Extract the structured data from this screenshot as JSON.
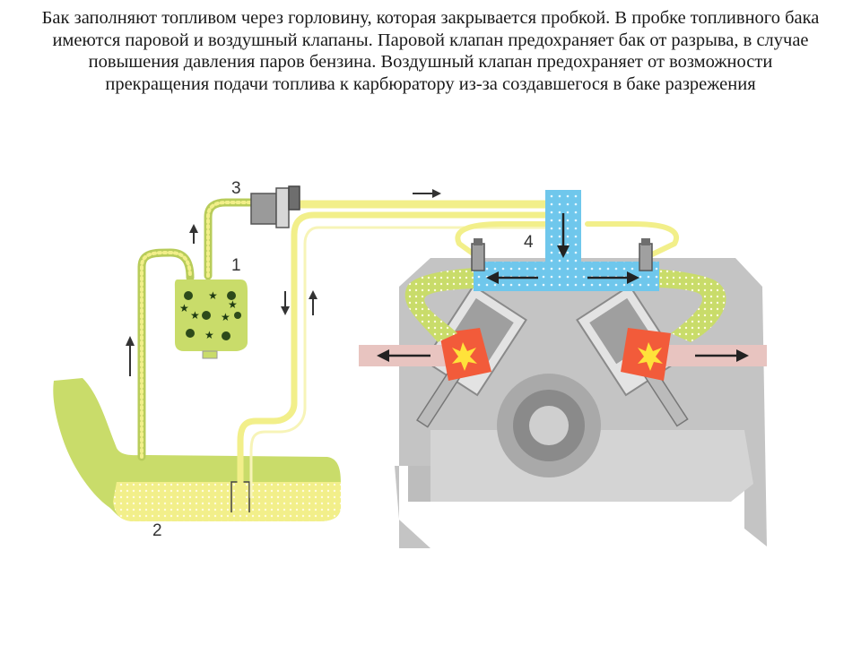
{
  "slide": {
    "text": "Бак заполняют топливом через горловину, которая закрывается пробкой. В пробке топливного бака имеются паровой и воздушный клапаны. Паровой клапан предохраняет бак от разрыва, в случае повышения давления паров бензина. Воздушный клапан предохраняет от возможности прекращения подачи топлива к карбюратору из-за создавшегося в баке разрежения"
  },
  "diagram": {
    "labels": {
      "filter": "1",
      "tank": "2",
      "pump": "3",
      "injectors": "4"
    },
    "colors": {
      "fuel_yellow": "#f2ef8a",
      "tank_green": "#c9dc6a",
      "line_green": "#b8cc5a",
      "intake_blue": "#6fc7ec",
      "engine_grey": "#c9c9c9",
      "exhaust_pink": "#e8c4c0",
      "combustion_red": "#f25b3a",
      "spark_yellow": "#ffe23a"
    },
    "icons": {
      "flow_arrow": "arrow-icon",
      "spark": "spark-icon"
    }
  }
}
